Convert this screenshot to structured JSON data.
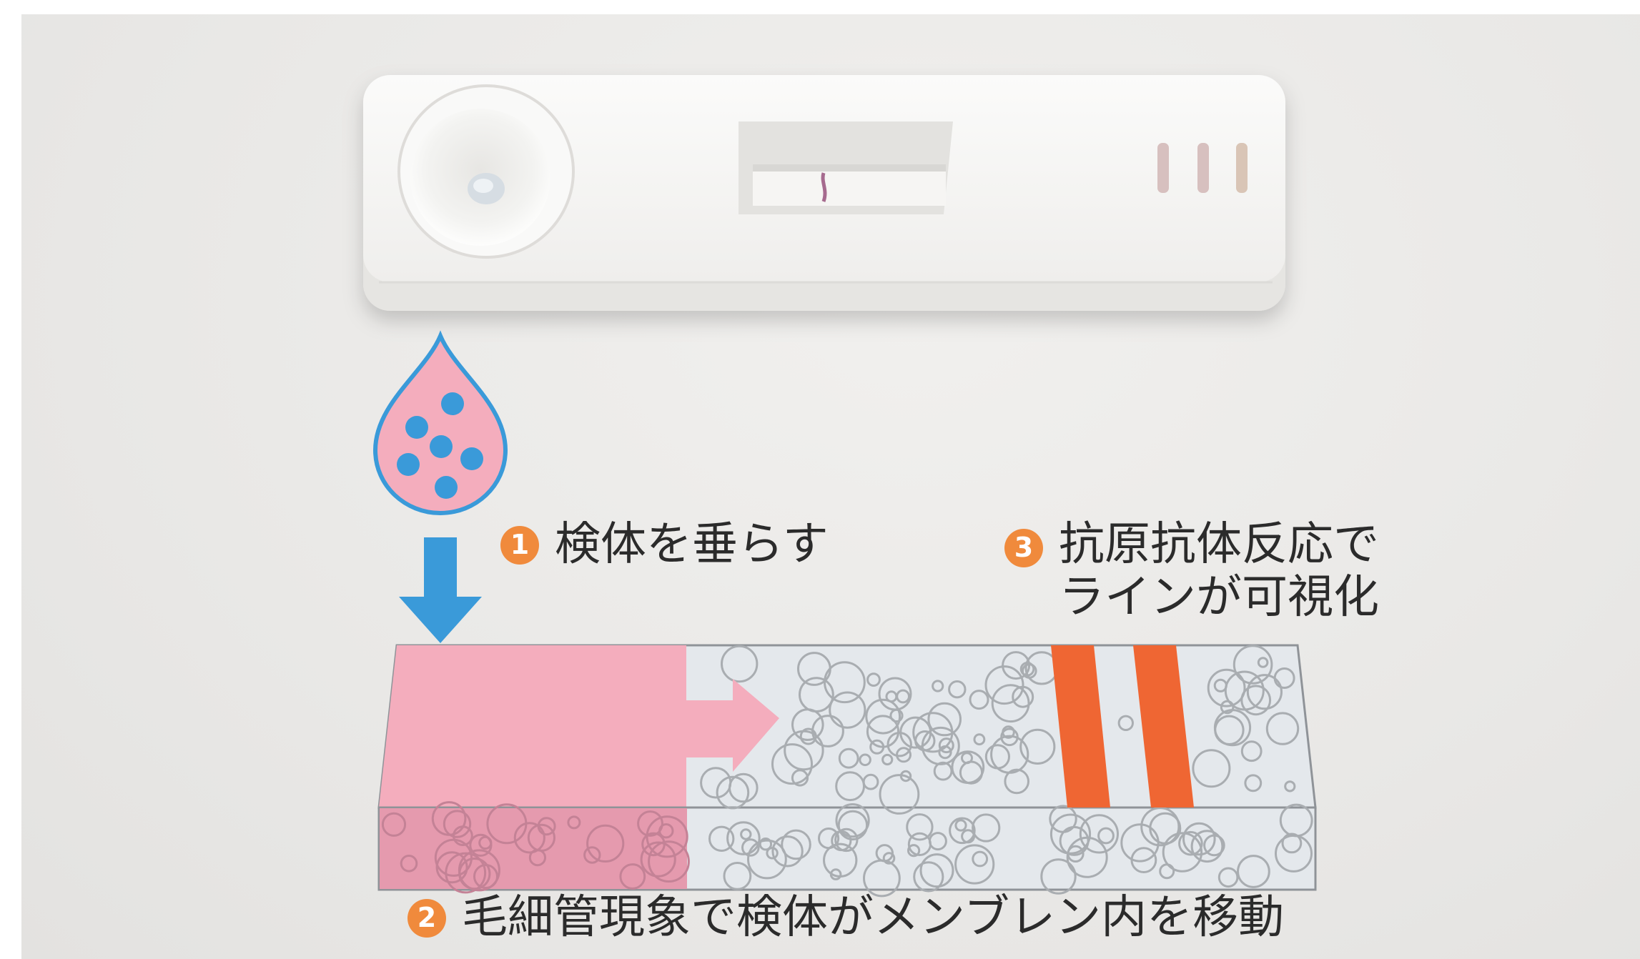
{
  "steps": [
    {
      "number": "1",
      "text": "検体を垂らす"
    },
    {
      "number": "2",
      "text": "毛細管現象で検体がメンブレン内を移動"
    },
    {
      "number": "3",
      "line1": "抗原抗体反応で",
      "line2": "ラインが可視化"
    }
  ],
  "colors": {
    "badge": "#f08a3c",
    "sample_pink": "#f4adbd",
    "sample_pink_dark": "#e59aae",
    "drop_dot_blue": "#3a9ad9",
    "arrow_blue": "#3a9ad9",
    "test_line_orange": "#ef6633",
    "membrane": "#e4e8ec",
    "pore_stroke": "#a9adb1"
  },
  "icons": [
    "sample-drop-icon",
    "down-arrow-icon",
    "flow-arrow-icon"
  ]
}
